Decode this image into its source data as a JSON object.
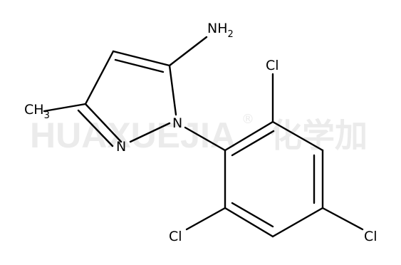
{
  "watermark": {
    "latin": "HUAXUEJIA",
    "registered": "®",
    "chinese": "化学加"
  },
  "atoms": {
    "nh2": {
      "main": "NH",
      "sub": "2"
    },
    "ch3": {
      "main": "CH",
      "sub": "3"
    },
    "n_ring_top": "N",
    "n_ring_bottom": "N",
    "cl_top": "Cl",
    "cl_left": "Cl",
    "cl_right": "Cl"
  }
}
